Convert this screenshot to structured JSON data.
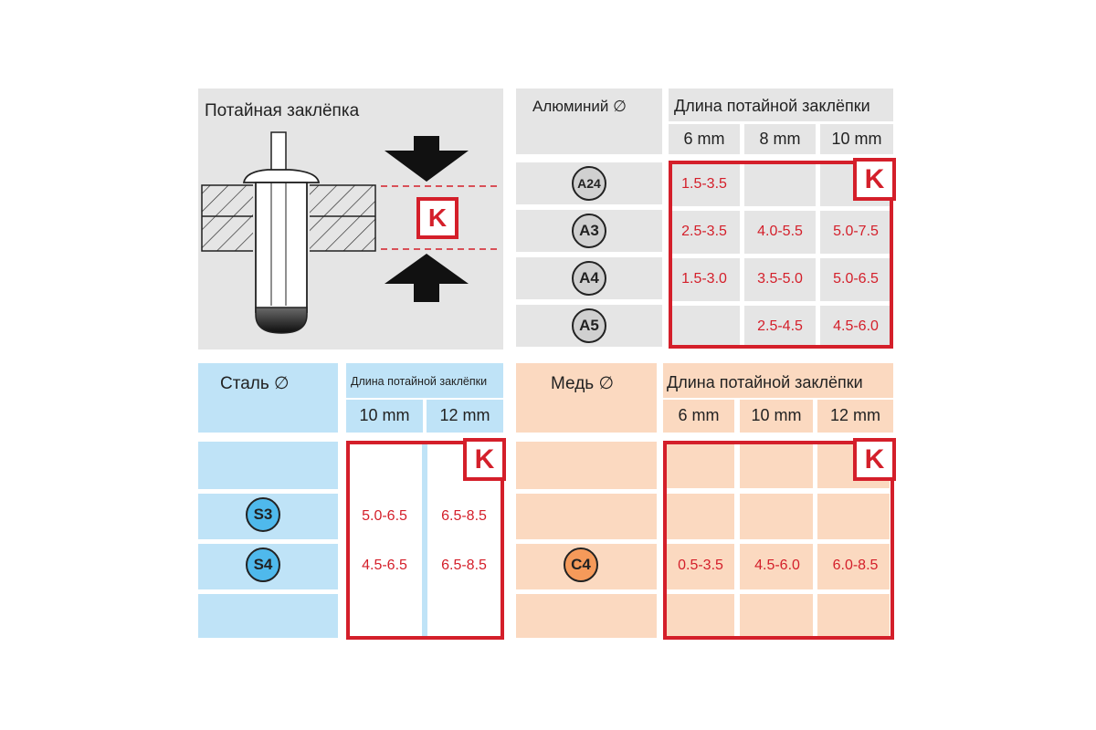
{
  "diagram": {
    "title": "Потайная заклёпка",
    "k_marker": "K"
  },
  "aluminium": {
    "header_label": "Алюминий ∅",
    "length_header": "Длина потайной заклёпки",
    "sizes": [
      "6 mm",
      "8 mm",
      "10 mm"
    ],
    "k_marker": "K",
    "rows": [
      {
        "badge": "A24",
        "values": [
          "1.5-3.5",
          "",
          ""
        ]
      },
      {
        "badge": "A3",
        "values": [
          "2.5-3.5",
          "4.0-5.5",
          "5.0-7.5"
        ]
      },
      {
        "badge": "A4",
        "values": [
          "1.5-3.0",
          "3.5-5.0",
          "5.0-6.5"
        ]
      },
      {
        "badge": "A5",
        "values": [
          "",
          "2.5-4.5",
          "4.5-6.0"
        ]
      }
    ],
    "badge_color": "#d0d0d0"
  },
  "steel": {
    "header_label": "Сталь ∅",
    "length_header": "Длина потайной заклёпки",
    "sizes": [
      "10 mm",
      "12 mm"
    ],
    "k_marker": "K",
    "rows": [
      {
        "badge": "",
        "values": [
          "",
          ""
        ]
      },
      {
        "badge": "S3",
        "values": [
          "5.0-6.5",
          "6.5-8.5"
        ]
      },
      {
        "badge": "S4",
        "values": [
          "4.5-6.5",
          "6.5-8.5"
        ]
      },
      {
        "badge": "",
        "values": [
          "",
          ""
        ]
      }
    ],
    "badge_color": "#4fb9ec"
  },
  "copper": {
    "header_label": "Медь ∅",
    "length_header": "Длина потайной заклёпки",
    "sizes": [
      "6 mm",
      "10 mm",
      "12 mm"
    ],
    "k_marker": "K",
    "rows": [
      {
        "badge": "",
        "values": [
          "",
          "",
          ""
        ]
      },
      {
        "badge": "",
        "values": [
          "",
          "",
          ""
        ]
      },
      {
        "badge": "C4",
        "values": [
          "0.5-3.5",
          "4.5-6.0",
          "6.0-8.5"
        ]
      },
      {
        "badge": "",
        "values": [
          "",
          "",
          ""
        ]
      }
    ],
    "badge_color": "#f59a5a"
  },
  "colors": {
    "accent_red": "#d41f2a",
    "gray_panel": "#e5e5e5",
    "blue_panel": "#bfe3f7",
    "peach_panel": "#fbd9c0"
  }
}
